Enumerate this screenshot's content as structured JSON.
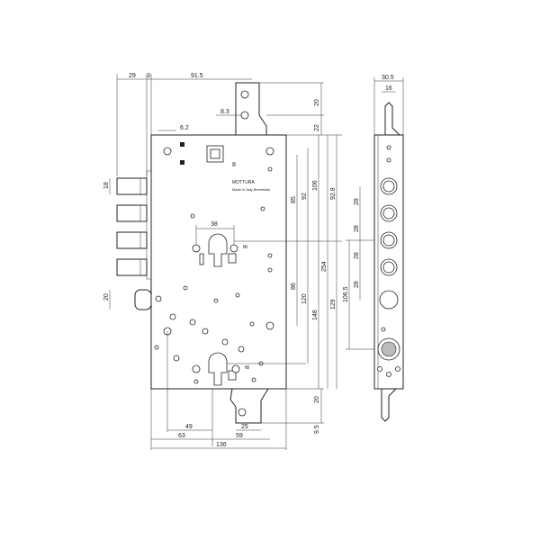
{
  "dimensions": {
    "top_29": "29",
    "top_3": "3",
    "top_91_5": "91.5",
    "d_8_3": "8.3",
    "d_6_2": "6.2",
    "d_v8": "8",
    "d_38": "38",
    "d_8a": "8",
    "d_8b": "8",
    "d_18": "18",
    "d_20_left": "20",
    "d_49": "49",
    "d_63": "63",
    "d_25": "25",
    "d_59": "59",
    "d_136": "136",
    "v_20_top": "20",
    "v_22": "22",
    "v_85": "85",
    "v_92": "92",
    "v_106": "106",
    "v_92_8": "92.8",
    "v_86": "86",
    "v_120": "120",
    "v_148": "148",
    "v_254": "254",
    "v_129": "129",
    "v_106_5": "106.5",
    "v_20_bot": "20",
    "v_9_5": "9.5",
    "s_28a": "28",
    "s_28b": "28",
    "s_28c": "28",
    "s_28d": "28",
    "side_30_5": "30.5",
    "side_16": "16"
  },
  "plate_text": {
    "line1": "MOTTURA",
    "line2": "Made in Italy Brevettato"
  }
}
